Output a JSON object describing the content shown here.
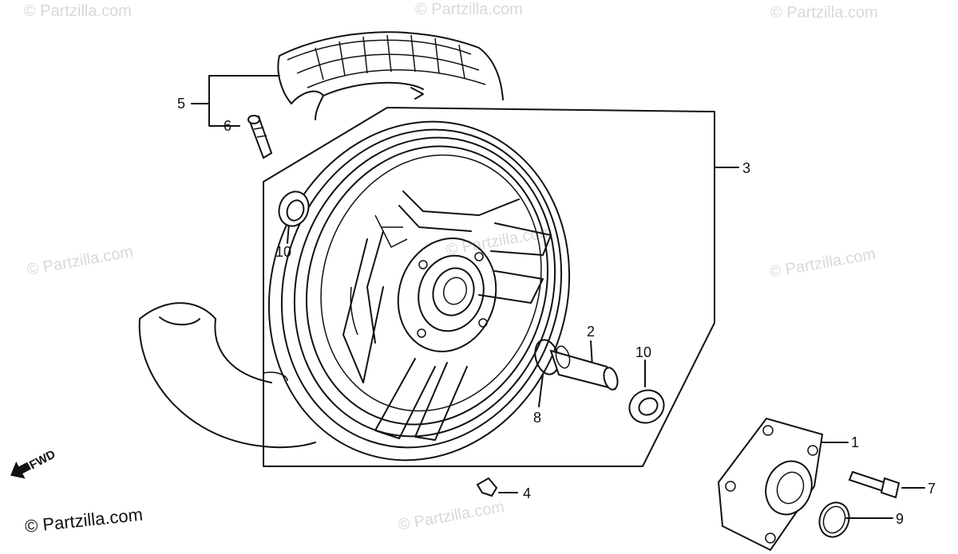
{
  "watermark": "© Partzilla.com",
  "copyright": "© Partzilla.com",
  "direction_label": "FWD",
  "callouts": {
    "c1": "1",
    "c2": "2",
    "c3": "3",
    "c4": "4",
    "c5": "5",
    "c6": "6",
    "c7": "7",
    "c8": "8",
    "c9": "9",
    "c10a": "10",
    "c10b": "10"
  },
  "colors": {
    "line": "#111111",
    "watermark": "#d9d9d9",
    "background": "#ffffff"
  }
}
